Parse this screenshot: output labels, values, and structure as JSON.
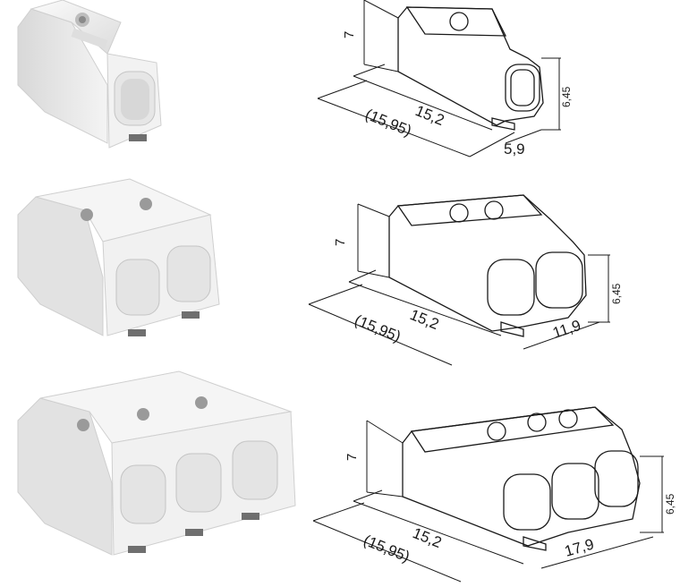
{
  "variants": [
    {
      "poles": 1,
      "dims": {
        "height": "7",
        "length": "15,2",
        "length_alt": "(15,95)",
        "width": "5,9",
        "side_height": "6,45"
      }
    },
    {
      "poles": 2,
      "dims": {
        "height": "7",
        "length": "15,2",
        "length_alt": "(15,95)",
        "width": "11,9",
        "side_height": "6,45"
      }
    },
    {
      "poles": 3,
      "dims": {
        "height": "7",
        "length": "15,2",
        "length_alt": "(15,95)",
        "width": "17,9",
        "side_height": "6,45"
      }
    }
  ],
  "colors": {
    "housing": "#eeeeee",
    "housing_shadow": "#c9c9c9",
    "contact": "#7a7a7a",
    "line": "#1a1a1a"
  }
}
